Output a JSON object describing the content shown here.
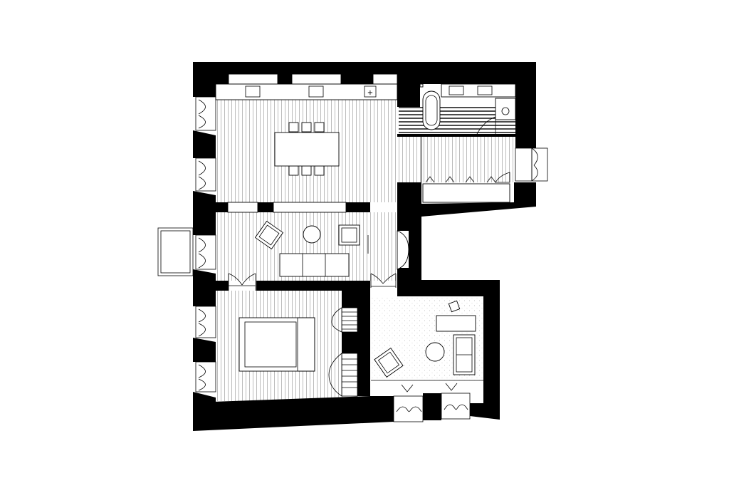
{
  "image": {
    "kind": "architectural floor plan",
    "colors": {
      "wall": "#000000",
      "background": "#ffffff",
      "line": "#000000"
    }
  },
  "spaces": [
    {
      "id": "kitchen-dining",
      "flooring": "vertical-planks",
      "furniture": [
        "dining-table",
        "chairs",
        "kitchen-counter",
        "sink",
        "cooktop"
      ]
    },
    {
      "id": "living-room",
      "flooring": "vertical-planks",
      "furniture": [
        "sofa",
        "armchair",
        "side-chair",
        "round-table"
      ]
    },
    {
      "id": "bedroom",
      "flooring": "vertical-planks",
      "furniture": [
        "double-bed",
        "wardrobes"
      ]
    },
    {
      "id": "bathroom",
      "flooring": "horizontal-planks",
      "furniture": [
        "bathtub",
        "washbasins",
        "toilet",
        "shower-screen"
      ]
    },
    {
      "id": "entrance-hall",
      "flooring": "vertical-planks",
      "furniture": [
        "bench",
        "entrance-door"
      ]
    },
    {
      "id": "study-lounge",
      "flooring": "terrazzo",
      "furniture": [
        "sofa",
        "armchair",
        "round-table",
        "sideboard",
        "lamp"
      ]
    }
  ]
}
